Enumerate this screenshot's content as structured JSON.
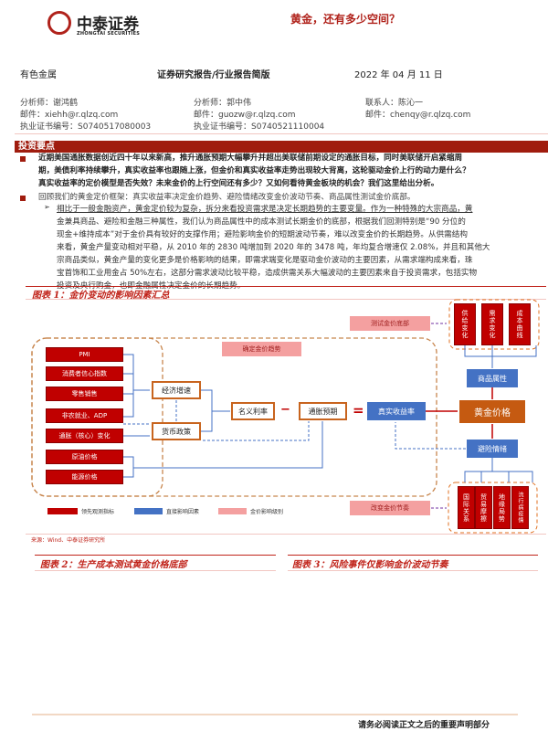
{
  "header": {
    "logo_cn": "中泰证券",
    "logo_en": "ZHONGTAI SECURITIES",
    "title": "黄金，还有多少空间？"
  },
  "meta": {
    "sector": "有色金属",
    "report_type": "证券研究报告/行业报告简版",
    "date": "2022 年 04 月 11 日"
  },
  "analysts": [
    {
      "name": "分析师：谢鸿鹤",
      "email": "邮件：xiehh@r.qlzq.com",
      "cert": "执业证书编号：S0740517080003"
    },
    {
      "name": "分析师：郭中伟",
      "email": "邮件：guozw@r.qlzq.com",
      "cert": "执业证书编号：S0740521110004"
    },
    {
      "name": "联系人：陈沁一",
      "email": "邮件：chenqy@r.qlzq.com"
    }
  ],
  "section": "投资要点",
  "points": {
    "p1": [
      "近期美国通胀数据创近四十年以来新高，推升通胀预期大幅攀升并超出美联储前期设定的通胀目标，同时美联储开启紧缩周",
      "期，美债利率持续攀升，真实收益率也跟随上涨，但金价和真实收益率走势出现较大背离，这轮驱动金价上行的动力是什么？",
      "真实收益率的定价模型是否失效？未来金价的上行空间还有多少？又如何看待黄金板块的机会？我们这里给出分析。"
    ],
    "p2": "回顾我们的黄金定价框架：真实收益率决定金价趋势、避险情绪改变金价波动节奏、商品属性测试金价底部。",
    "p3": [
      "相比于一般金融资产，黄金定价较为复杂，拆分来看投资需求是决定长期趋势的主要变量。作为一种特殊的大宗商品，黄",
      "金兼具商品、避险和金融三种属性，我们认为商品属性中的成本测试长期金价的底部，根据我们回测特别是“90 分位的",
      "现金+维持成本”对于金价具有较好的支撑作用；避险影响金价的短期波动节奏，难以改变金价的长期趋势。从供需结构",
      "来看，黄金产量变动相对平稳，从 2010 年的 2830 吨增加到 2020 年的 3478 吨，年均复合增速仅 2.08%，并且和其他大",
      "宗商品类似，黄金产量的变化更多是价格影响的结果，即需求端变化是驱动金价波动的主要因素，从需求端构成来看，珠",
      "宝首饰和工业用金占 50%左右，这部分需求波动比较平稳，造成供需关系大幅波动的主要因素来自于投资需求，包括实物",
      "投资及央行购金，也即金融属性决定金价的长期趋势。"
    ]
  },
  "fig1": {
    "title": "图表 1：金价变动的影响因素汇总",
    "left": [
      "PMI",
      "消费者信心指数",
      "零售销售",
      "非农就业、ADP",
      "通胀（核心）变化",
      "原油价格",
      "能源价格"
    ],
    "trend_label": "确定金价趋势",
    "growth": "经济增速",
    "policy": "货币政策",
    "nominal": "名义利率",
    "minus": "−",
    "inflation": "通胀预期",
    "equals": "=",
    "real": "真实收益率",
    "gold": "黄金价格",
    "commodity": "商品属性",
    "safe": "避险情绪",
    "bottom_label": "测试金价底部",
    "rhythm_label": "改变金价节奏",
    "top": [
      "供给变化",
      "需求变化",
      "成本曲线"
    ],
    "risk": [
      "国际关系",
      "贸易摩擦",
      "地缘局势",
      "流行病疫情"
    ],
    "legend": [
      "领先观测指标",
      "直接影响因素",
      "金价影响级别"
    ],
    "source": "来源：Wind、中泰证券研究所"
  },
  "fig2": {
    "title": "图表 2：生产成本测试黄金价格底部"
  },
  "fig3": {
    "title": "图表 3：风险事件仅影响金价波动节奏"
  },
  "footer": "请务必阅读正文之后的重要声明部分"
}
